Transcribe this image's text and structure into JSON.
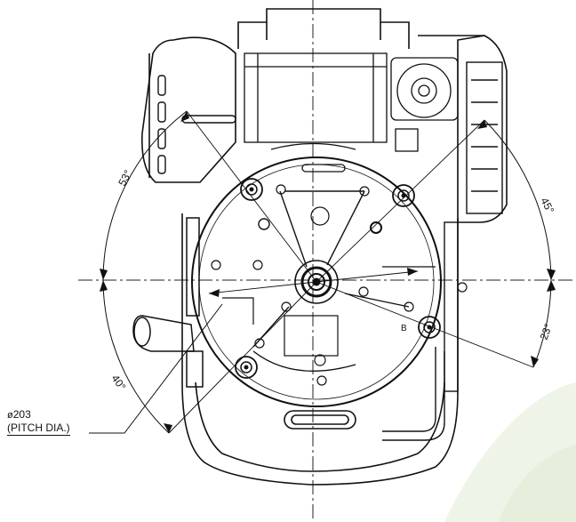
{
  "dimensions": {
    "angle_top_left": "53°",
    "angle_top_right": "45°",
    "angle_bottom_right": "23°",
    "angle_bottom_left": "40°",
    "diameter_symbol": "ø",
    "diameter_value": "203",
    "pitch_note": "(PITCH DIA.)",
    "bolt_mark": "B"
  },
  "colors": {
    "line": "#111111",
    "centerline": "#222222",
    "watermark": "#dfe8cf"
  }
}
